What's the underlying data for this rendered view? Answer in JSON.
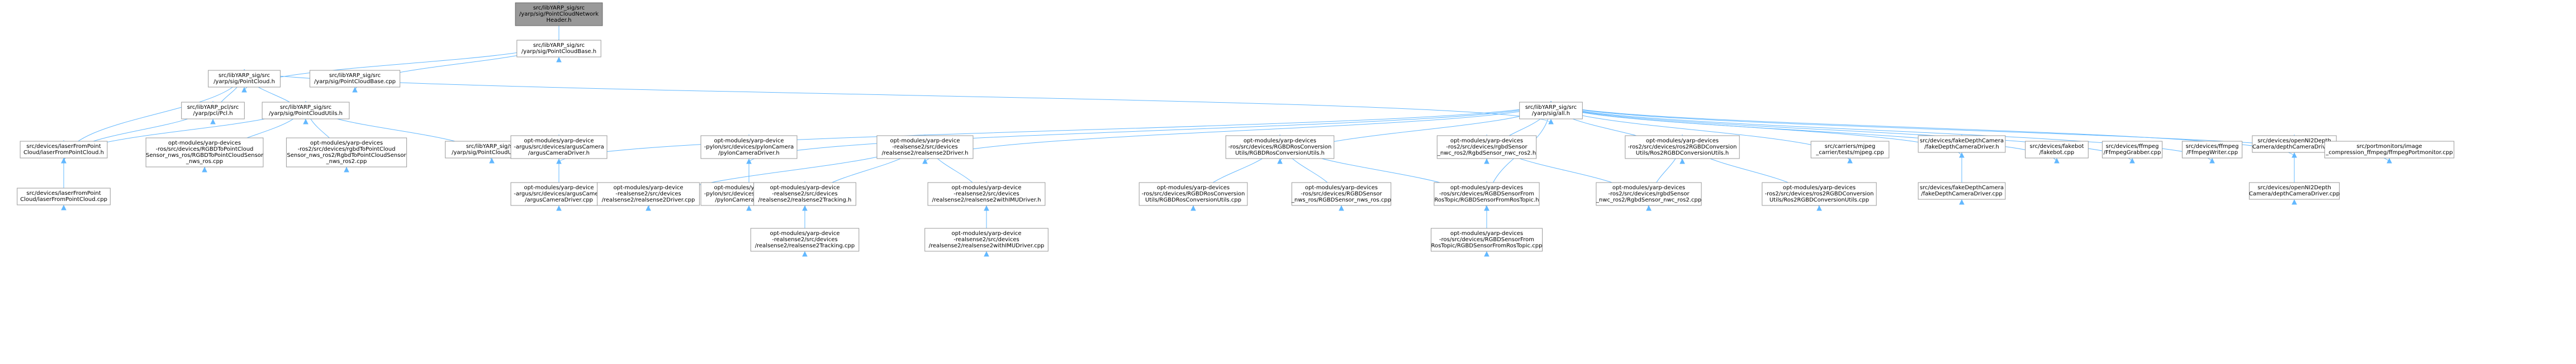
{
  "graph": {
    "nodes": [
      {
        "id": "n0",
        "lines": [
          "src/libYARP_sig/src",
          "/yarp/sig/PointCloudNetwork",
          "Header.h"
        ],
        "root": true
      },
      {
        "id": "n1",
        "lines": [
          "src/libYARP_sig/src",
          "/yarp/sig/PointCloudBase.h"
        ]
      },
      {
        "id": "n2",
        "lines": [
          "src/libYARP_sig/src",
          "/yarp/sig/PointCloud.h"
        ]
      },
      {
        "id": "n3",
        "lines": [
          "src/libYARP_sig/src",
          "/yarp/sig/PointCloudBase.cpp"
        ]
      },
      {
        "id": "n4",
        "lines": [
          "src/libYARP_pcl/src",
          "/yarp/pcl/Pcl.h"
        ]
      },
      {
        "id": "n5",
        "lines": [
          "src/libYARP_sig/src",
          "/yarp/sig/PointCloudUtils.h"
        ]
      },
      {
        "id": "n6",
        "lines": [
          "src/libYARP_sig/src",
          "/yarp/sig/all.h"
        ]
      },
      {
        "id": "n7",
        "lines": [
          "src/devices/laserFromPoint",
          "Cloud/laserFromPointCloud.h"
        ]
      },
      {
        "id": "n8",
        "lines": [
          "opt-modules/yarp-devices",
          "-ros/src/devices/RGBDToPointCloud",
          "Sensor_nws_ros/RGBDToPointCloudSensor",
          "_nws_ros.cpp"
        ]
      },
      {
        "id": "n9",
        "lines": [
          "opt-modules/yarp-devices",
          "-ros2/src/devices/rgbdToPointCloud",
          "Sensor_nws_ros2/RgbdToPointCloudSensor",
          "_nws_ros2.cpp"
        ]
      },
      {
        "id": "n10",
        "lines": [
          "src/libYARP_sig/src",
          "/yarp/sig/PointCloudUtils.cpp"
        ]
      },
      {
        "id": "n11",
        "lines": [
          "src/devices/laserFromPoint",
          "Cloud/laserFromPointCloud.cpp"
        ]
      },
      {
        "id": "n12",
        "lines": [
          "opt-modules/yarp-device",
          "-argus/src/devices/argusCamera",
          "/argusCameraDriver.h"
        ]
      },
      {
        "id": "n13",
        "lines": [
          "opt-modules/yarp-device",
          "-pylon/src/devices/pylonCamera",
          "/pylonCameraDriver.h"
        ]
      },
      {
        "id": "n14",
        "lines": [
          "opt-modules/yarp-device",
          "-realsense2/src/devices",
          "/realsense2/realsense2Driver.h"
        ]
      },
      {
        "id": "n15",
        "lines": [
          "opt-modules/yarp-devices",
          "-ros/src/devices/RGBDRosConversion",
          "Utils/RGBDRosConversionUtils.h"
        ]
      },
      {
        "id": "n16",
        "lines": [
          "opt-modules/yarp-devices",
          "-ros2/src/devices/rgbdSensor",
          "_nwc_ros2/RgbdSensor_nwc_ros2.h"
        ]
      },
      {
        "id": "n17",
        "lines": [
          "opt-modules/yarp-devices",
          "-ros2/src/devices/ros2RGBDConversion",
          "Utils/Ros2RGBDConversionUtils.h"
        ]
      },
      {
        "id": "n18",
        "lines": [
          "src/carriers/mjpeg",
          "_carrier/tests/mjpeg.cpp"
        ]
      },
      {
        "id": "n19",
        "lines": [
          "src/devices/fakeDepthCamera",
          "/fakeDepthCameraDriver.h"
        ]
      },
      {
        "id": "n20",
        "lines": [
          "src/devices/fakebot",
          "/fakebot.cpp"
        ]
      },
      {
        "id": "n21",
        "lines": [
          "src/devices/ffmpeg",
          "/FfmpegGrabber.cpp"
        ]
      },
      {
        "id": "n22",
        "lines": [
          "src/devices/ffmpeg",
          "/FfmpegWriter.cpp"
        ]
      },
      {
        "id": "n23",
        "lines": [
          "src/devices/openNI2Depth",
          "Camera/depthCameraDriver.h"
        ]
      },
      {
        "id": "n24",
        "lines": [
          "src/portmonitors/image",
          "_compression_ffmpeg/ffmpegPortmonitor.cpp"
        ]
      },
      {
        "id": "n25",
        "lines": [
          "opt-modules/yarp-device",
          "-argus/src/devices/argusCamera",
          "/argusCameraDriver.cpp"
        ]
      },
      {
        "id": "n26",
        "lines": [
          "opt-modules/yarp-device",
          "-pylon/src/devices/pylonCamera",
          "/pylonCameraDriver.cpp"
        ]
      },
      {
        "id": "n27",
        "lines": [
          "opt-modules/yarp-device",
          "-realsense2/src/devices",
          "/realsense2/realsense2Driver.cpp"
        ]
      },
      {
        "id": "n28",
        "lines": [
          "opt-modules/yarp-device",
          "-realsense2/src/devices",
          "/realsense2/realsense2Tracking.h"
        ]
      },
      {
        "id": "n29",
        "lines": [
          "opt-modules/yarp-device",
          "-realsense2/src/devices",
          "/realsense2/realsense2withIMUDriver.h"
        ]
      },
      {
        "id": "n30",
        "lines": [
          "opt-modules/yarp-devices",
          "-ros/src/devices/RGBDRosConversion",
          "Utils/RGBDRosConversionUtils.cpp"
        ]
      },
      {
        "id": "n31",
        "lines": [
          "opt-modules/yarp-devices",
          "-ros/src/devices/RGBDSensor",
          "_nws_ros/RGBDSensor_nws_ros.cpp"
        ]
      },
      {
        "id": "n32",
        "lines": [
          "opt-modules/yarp-devices",
          "-ros/src/devices/RGBDSensorFrom",
          "RosTopic/RGBDSensorFromRosTopic.h"
        ]
      },
      {
        "id": "n33",
        "lines": [
          "opt-modules/yarp-devices",
          "-ros2/src/devices/rgbdSensor",
          "_nwc_ros2/RgbdSensor_nwc_ros2.cpp"
        ]
      },
      {
        "id": "n34",
        "lines": [
          "opt-modules/yarp-devices",
          "-ros2/src/devices/ros2RGBDConversion",
          "Utils/Ros2RGBDConversionUtils.cpp"
        ]
      },
      {
        "id": "n35",
        "lines": [
          "src/devices/fakeDepthCamera",
          "/fakeDepthCameraDriver.cpp"
        ]
      },
      {
        "id": "n36",
        "lines": [
          "src/devices/openNI2Depth",
          "Camera/depthCameraDriver.cpp"
        ]
      },
      {
        "id": "n37",
        "lines": [
          "opt-modules/yarp-device",
          "-realsense2/src/devices",
          "/realsense2/realsense2Tracking.cpp"
        ]
      },
      {
        "id": "n38",
        "lines": [
          "opt-modules/yarp-device",
          "-realsense2/src/devices",
          "/realsense2/realsense2withIMUDriver.cpp"
        ]
      },
      {
        "id": "n39",
        "lines": [
          "opt-modules/yarp-devices",
          "-ros/src/devices/RGBDSensorFrom",
          "RosTopic/RGBDSensorFromRosTopic.cpp"
        ]
      }
    ],
    "edges": [
      [
        "n0",
        "n1"
      ],
      [
        "n1",
        "n2"
      ],
      [
        "n1",
        "n3"
      ],
      [
        "n2",
        "n4"
      ],
      [
        "n2",
        "n5"
      ],
      [
        "n2",
        "n6"
      ],
      [
        "n2",
        "n7"
      ],
      [
        "n4",
        "n7"
      ],
      [
        "n5",
        "n7"
      ],
      [
        "n5",
        "n8"
      ],
      [
        "n5",
        "n9"
      ],
      [
        "n5",
        "n10"
      ],
      [
        "n6",
        "n12"
      ],
      [
        "n6",
        "n13"
      ],
      [
        "n6",
        "n14"
      ],
      [
        "n6",
        "n15"
      ],
      [
        "n6",
        "n16"
      ],
      [
        "n6",
        "n17"
      ],
      [
        "n6",
        "n18"
      ],
      [
        "n6",
        "n19"
      ],
      [
        "n6",
        "n20"
      ],
      [
        "n6",
        "n21"
      ],
      [
        "n6",
        "n22"
      ],
      [
        "n6",
        "n23"
      ],
      [
        "n6",
        "n24"
      ],
      [
        "n6",
        "n32"
      ],
      [
        "n7",
        "n11"
      ],
      [
        "n12",
        "n25"
      ],
      [
        "n13",
        "n26"
      ],
      [
        "n14",
        "n27"
      ],
      [
        "n14",
        "n28"
      ],
      [
        "n14",
        "n29"
      ],
      [
        "n15",
        "n30"
      ],
      [
        "n15",
        "n31"
      ],
      [
        "n15",
        "n32"
      ],
      [
        "n16",
        "n33"
      ],
      [
        "n17",
        "n33"
      ],
      [
        "n17",
        "n34"
      ],
      [
        "n19",
        "n35"
      ],
      [
        "n23",
        "n36"
      ],
      [
        "n28",
        "n37"
      ],
      [
        "n29",
        "n38"
      ],
      [
        "n32",
        "n39"
      ]
    ]
  }
}
